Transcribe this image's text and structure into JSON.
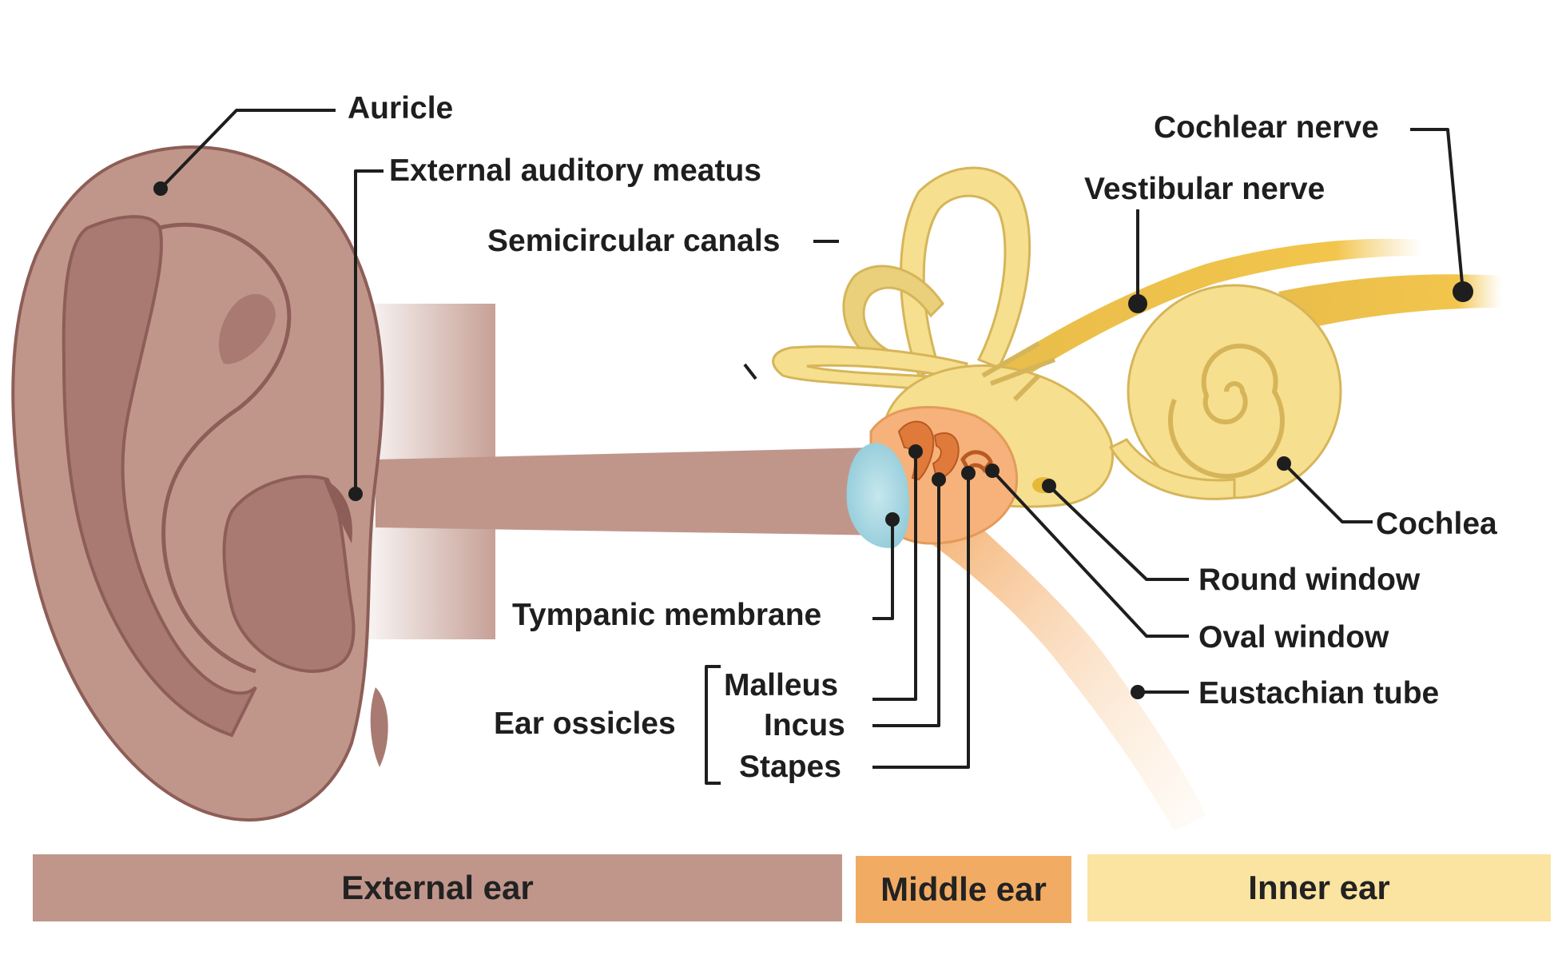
{
  "labels": {
    "auricle": "Auricle",
    "external_auditory_meatus": "External auditory meatus",
    "semicircular_canals": "Semicircular canals",
    "vestibular_nerve": "Vestibular nerve",
    "cochlear_nerve": "Cochlear nerve",
    "cochlea": "Cochlea",
    "round_window": "Round window",
    "oval_window": "Oval window",
    "eustachian_tube": "Eustachian tube",
    "tympanic_membrane": "Tympanic membrane",
    "ear_ossicles": "Ear ossicles",
    "malleus": "Malleus",
    "incus": "Incus",
    "stapes": "Stapes"
  },
  "regions": [
    {
      "label": "External ear",
      "color": "#c0968b"
    },
    {
      "label": "Middle ear",
      "color": "#f2ab63"
    },
    {
      "label": "Inner ear",
      "color": "#fbe3a1"
    }
  ],
  "colors": {
    "ear_skin": "#c0968b",
    "ear_shadow": "#a97a72",
    "ear_outline": "#8d5e57",
    "inner_ear": "#f6df8e",
    "inner_outline": "#d6b55a",
    "nerve": "#edc04e",
    "middle_ear": "#f4a860",
    "ossicles": "#e07a3a",
    "tympanic": "#a9d9e4",
    "leader_line": "#1e1e1e"
  }
}
